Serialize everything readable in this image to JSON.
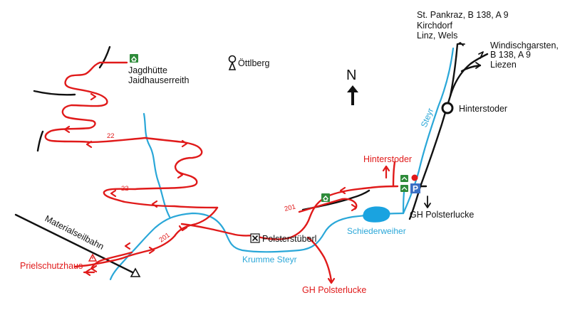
{
  "map": {
    "north_label": "N",
    "destinations": {
      "north": [
        "St. Pankraz, B 138, A 9",
        "Kirchdorf",
        "Linz, Wels"
      ],
      "northeast": [
        "Windischgarsten,",
        "B 138, A 9",
        "Liezen"
      ]
    },
    "places": {
      "jagdhuette": [
        "Jagdhütte",
        "Jaidhauserreith"
      ],
      "oettlberg": "Öttlberg",
      "hinterstoder_town": "Hinterstoder",
      "hinterstoder_trail": "Hinterstoder",
      "gh_polsterlucke_right": "GH Polsterlucke",
      "gh_polsterlucke_bottom": "GH Polsterlucke",
      "schiederweiher": "Schiederweiher",
      "polsterstueberl": "Polsterstüberl",
      "krumme_steyr": "Krumme Steyr",
      "steyr": "Steyr",
      "prielschutzhaus": "Prielschutzhaus",
      "materialseilbahn": "Materialseilbahn"
    },
    "trail_numbers": {
      "upper": "22",
      "middle": "22",
      "lower_201": "201",
      "upper_201": "201"
    },
    "parking_label": "P",
    "colors": {
      "trail": "#e01a1a",
      "river": "#2aa7d8",
      "road": "#111111",
      "lake": "#1aa3e0",
      "hut": "#2e8b3a",
      "parking": "#3a6fc4"
    },
    "icons": [
      "hut-icon",
      "summit-icon",
      "north-arrow-icon",
      "parking-icon",
      "restaurant-icon",
      "warning-icon"
    ]
  }
}
